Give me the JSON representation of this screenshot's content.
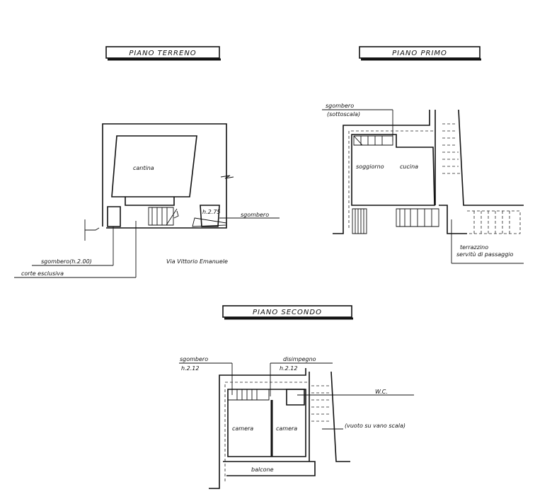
{
  "titles": {
    "ground": "PIANO TERRENO",
    "first": "PIANO PRIMO",
    "second": "PIANO SECONDO"
  },
  "ground_floor": {
    "room_cantina": "cantina",
    "storage_right": "sgombero",
    "storage_right_height": "h.2.75",
    "storage_left": "sgombero(h.2.00)",
    "courtyard": "corte esclusiva",
    "street": "Via Vittorio Emanuele"
  },
  "first_floor": {
    "storage": "sgombero",
    "storage_note": "(sottoscala)",
    "living": "soggiorno",
    "kitchen": "cucina",
    "terrace": "terrazzino",
    "terrace_note": "servitù di passaggio"
  },
  "second_floor": {
    "storage": "sgombero",
    "storage_height": "h.2.12",
    "hall": "disimpegno",
    "hall_height": "h.2.12",
    "wc": "W.C.",
    "bedroom_1": "camera",
    "bedroom_2": "camera",
    "balcony": "balcone",
    "void": "(vuoto su vano scala)"
  }
}
